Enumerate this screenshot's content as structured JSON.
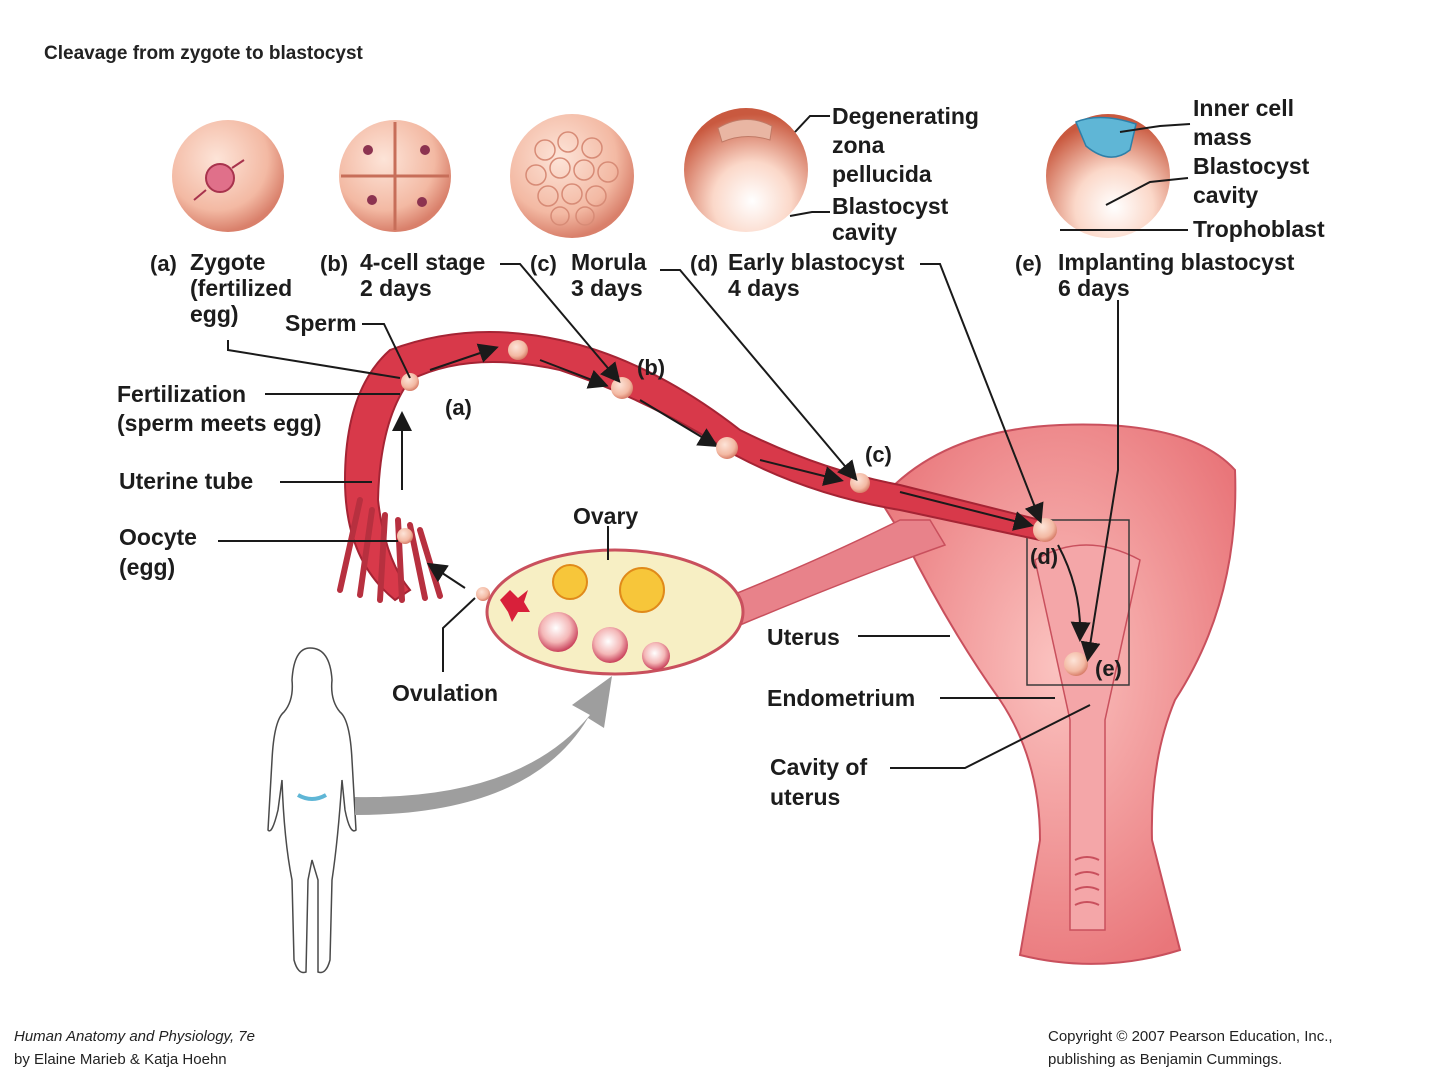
{
  "title": "Cleavage from zygote to blastocyst",
  "stages": [
    {
      "letter": "(a)",
      "name": "Zygote",
      "name2": "(fertilized",
      "name3": "egg)"
    },
    {
      "letter": "(b)",
      "name": "4-cell stage",
      "time": "2 days"
    },
    {
      "letter": "(c)",
      "name": "Morula",
      "time": "3 days"
    },
    {
      "letter": "(d)",
      "name": "Early blastocyst",
      "time": "4 days"
    },
    {
      "letter": "(e)",
      "name": "Implanting blastocyst",
      "time": "6 days"
    }
  ],
  "blastocyst_labels": {
    "degenerating1": "Degenerating",
    "degenerating2": "zona",
    "degenerating3": "pellucida",
    "cavity1": "Blastocyst",
    "cavity2": "cavity"
  },
  "implant_labels": {
    "inner1": "Inner cell",
    "inner2": "mass",
    "cavity1": "Blastocyst",
    "cavity2": "cavity",
    "trophoblast": "Trophoblast"
  },
  "anatomy": {
    "sperm": "Sperm",
    "fertilization1": "Fertilization",
    "fertilization2": "(sperm meets egg)",
    "uterine_tube": "Uterine tube",
    "oocyte1": "Oocyte",
    "oocyte2": "(egg)",
    "ovary": "Ovary",
    "ovulation": "Ovulation",
    "uterus": "Uterus",
    "endometrium": "Endometrium",
    "cavity1": "Cavity of",
    "cavity2": "uterus"
  },
  "path_markers": {
    "a": "(a)",
    "b": "(b)",
    "c": "(c)",
    "d": "(d)",
    "e": "(e)"
  },
  "credits": {
    "book1": "Human Anatomy and Physiology, 7e",
    "book2": "by Elaine Marieb & Katja Hoehn",
    "copy1": "Copyright © 2007 Pearson Education, Inc.,",
    "copy2": "publishing as Benjamin Cummings."
  },
  "colors": {
    "tube": "#d8394a",
    "uterus": "#f09a9a",
    "ovary": "#f7efc4",
    "cell": "#f6c4b0",
    "arrow": "#9e9e9e"
  }
}
